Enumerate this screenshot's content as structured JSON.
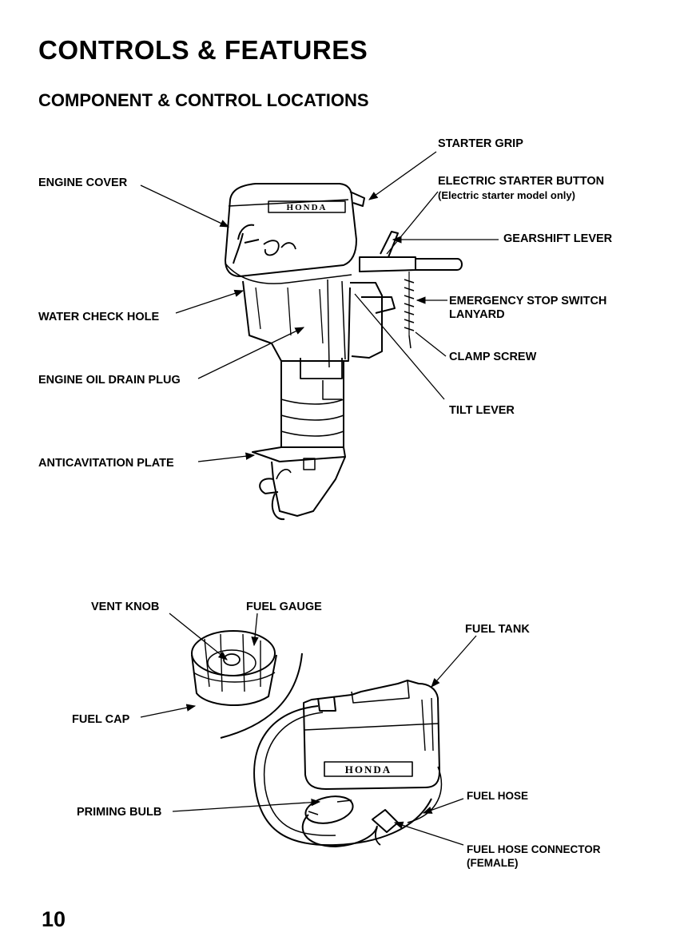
{
  "page": {
    "title": "CONTROLS & FEATURES",
    "subtitle": "COMPONENT & CONTROL LOCATIONS",
    "page_number": "10"
  },
  "engine": {
    "brand_text": "HONDA",
    "labels": {
      "starter_grip": "STARTER GRIP",
      "engine_cover": "ENGINE COVER",
      "electric_starter_button": "ELECTRIC STARTER BUTTON",
      "electric_starter_note": "(Electric starter model only)",
      "gearshift_lever": "GEARSHIFT LEVER",
      "emergency_stop_switch": "EMERGENCY STOP SWITCH",
      "lanyard": "LANYARD",
      "water_check_hole": "WATER CHECK HOLE",
      "clamp_screw": "CLAMP SCREW",
      "engine_oil_drain_plug": "ENGINE OIL DRAIN PLUG",
      "tilt_lever": "TILT LEVER",
      "anticavitation_plate": "ANTICAVITATION PLATE"
    }
  },
  "fuel_system": {
    "brand_text": "HONDA",
    "labels": {
      "vent_knob": "VENT KNOB",
      "fuel_gauge": "FUEL GAUGE",
      "fuel_tank": "FUEL TANK",
      "fuel_cap": "FUEL CAP",
      "priming_bulb": "PRIMING BULB",
      "fuel_hose": "FUEL HOSE",
      "fuel_hose_connector": "FUEL HOSE CONNECTOR",
      "fuel_hose_connector_note": "(FEMALE)"
    }
  }
}
